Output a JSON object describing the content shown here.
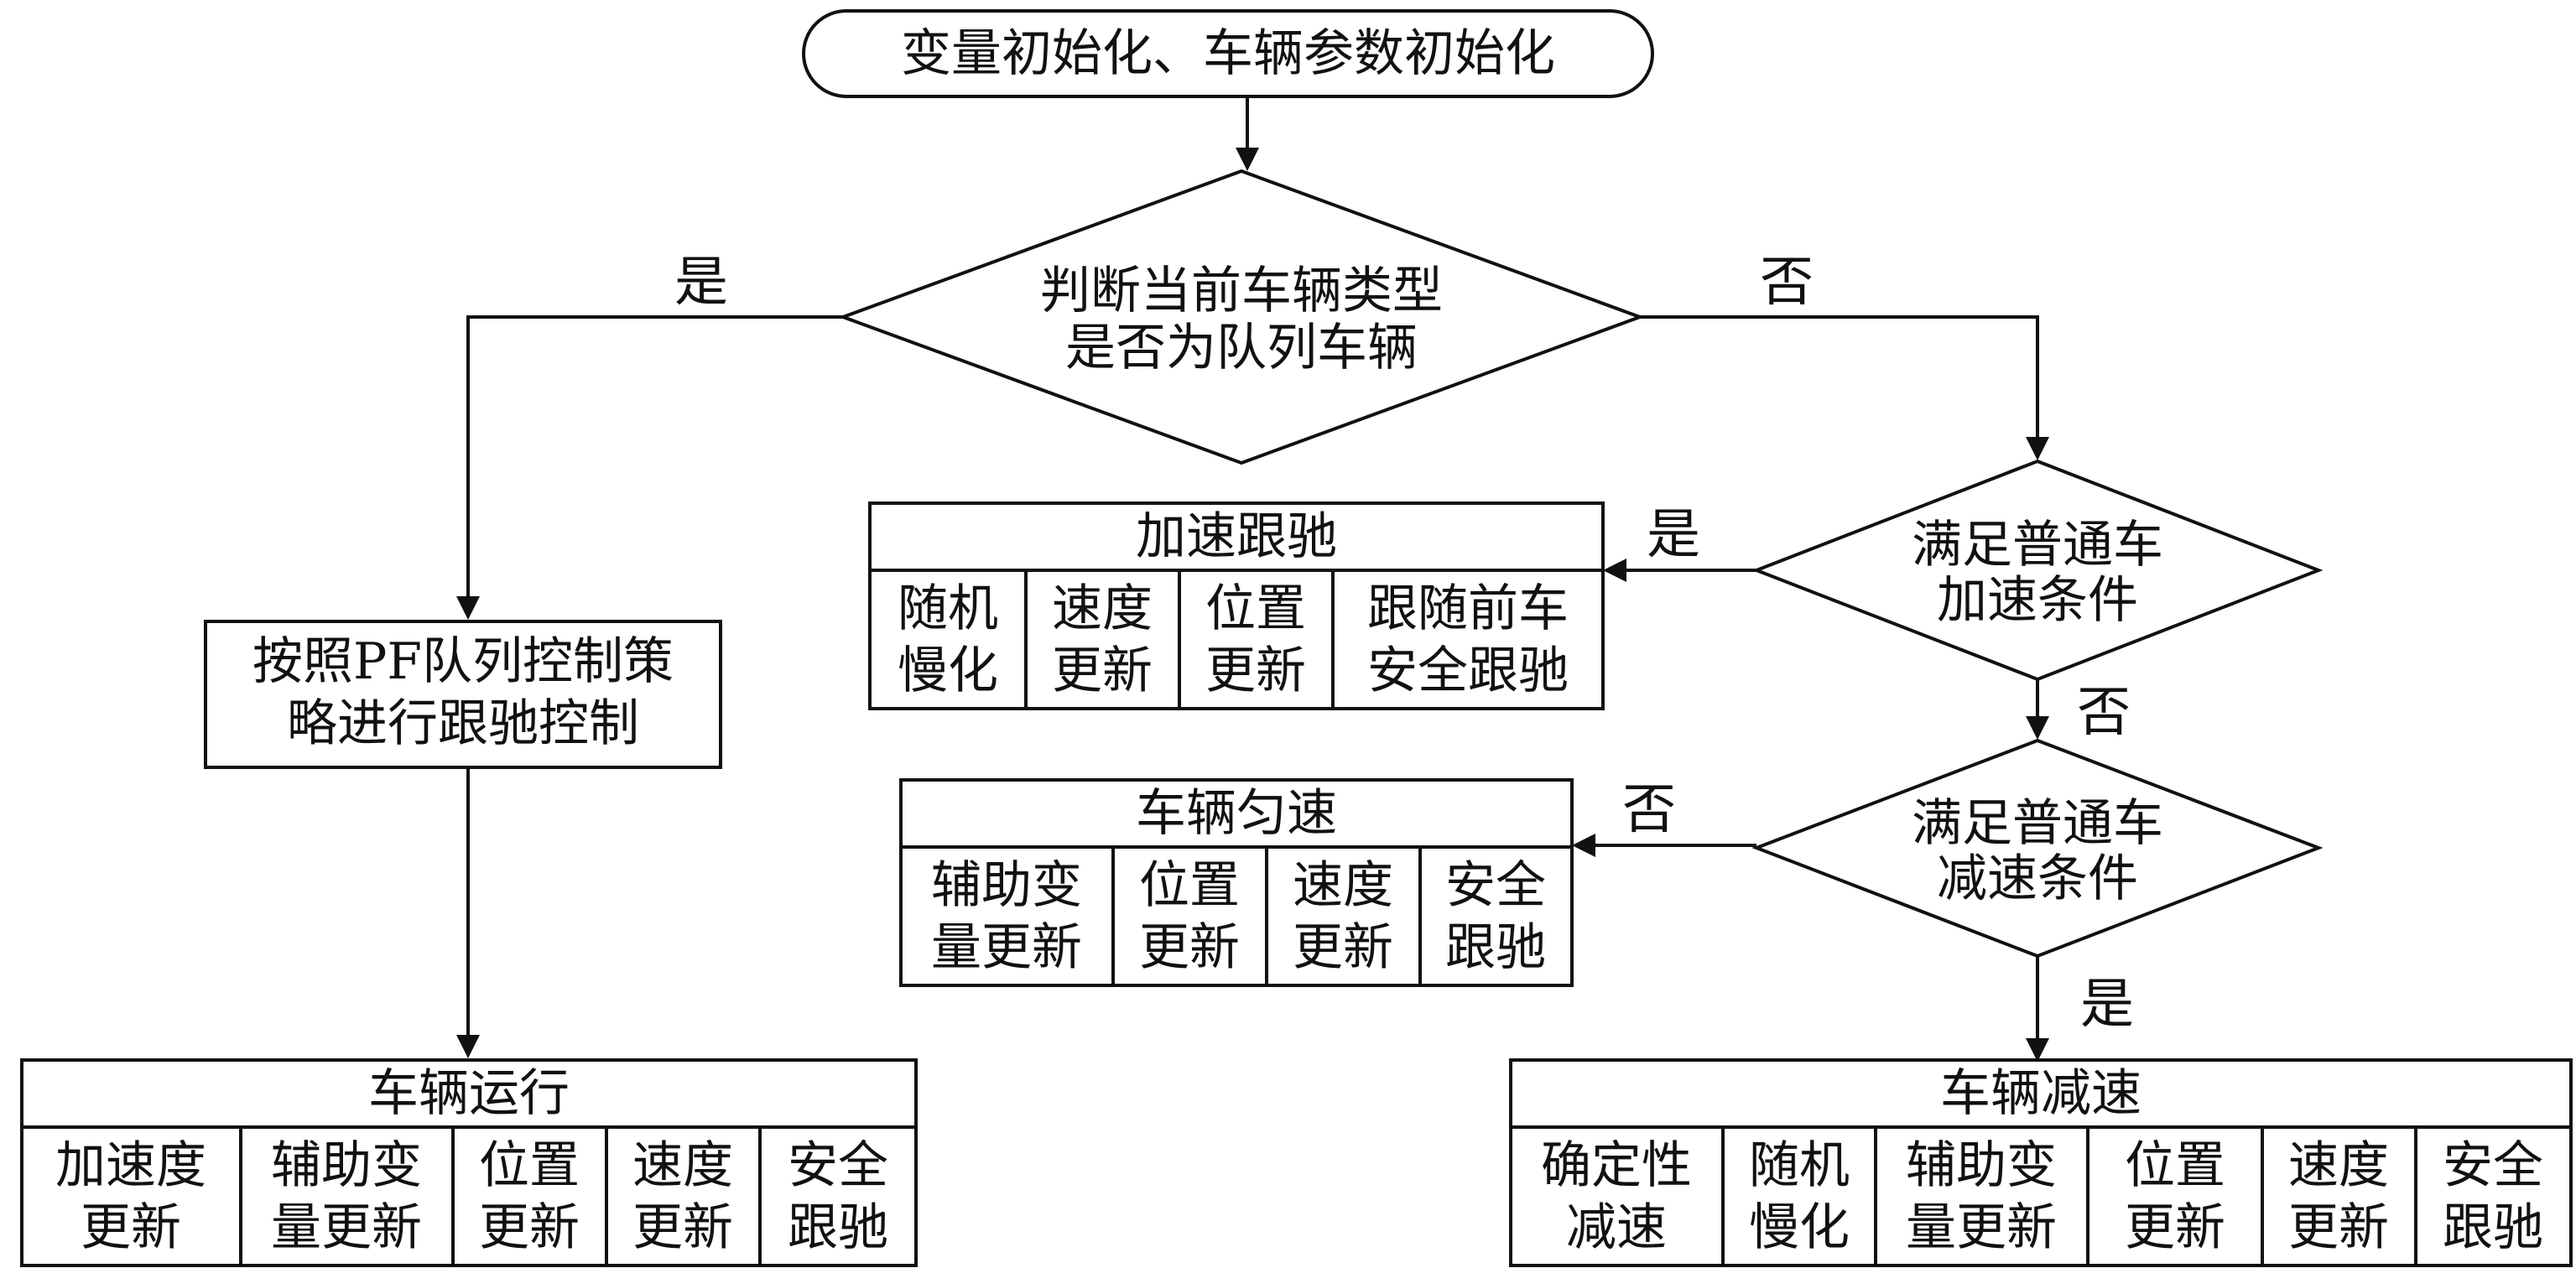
{
  "start": {
    "text": "变量初始化、车辆参数初始化"
  },
  "decision_platoon": {
    "line1": "判断当前车辆类型",
    "line2": "是否为队列车辆",
    "yes": "是",
    "no": "否"
  },
  "platoon_control": {
    "line1": "按照PF队列控制策",
    "line2": "略进行跟驰控制"
  },
  "vehicle_run": {
    "title": "车辆运行",
    "cells": [
      {
        "line1": "加速度",
        "line2": "更新"
      },
      {
        "line1": "辅助变",
        "line2": "量更新"
      },
      {
        "line1": "位置",
        "line2": "更新"
      },
      {
        "line1": "速度",
        "line2": "更新"
      },
      {
        "line1": "安全",
        "line2": "跟驰"
      }
    ]
  },
  "decision_accel": {
    "line1": "满足普通车",
    "line2": "加速条件",
    "yes": "是",
    "no": "否"
  },
  "accel_follow": {
    "title": "加速跟驰",
    "cells": [
      {
        "line1": "随机",
        "line2": "慢化"
      },
      {
        "line1": "速度",
        "line2": "更新"
      },
      {
        "line1": "位置",
        "line2": "更新"
      },
      {
        "line1": "跟随前车",
        "line2": "安全跟驰"
      }
    ]
  },
  "decision_decel": {
    "line1": "满足普通车",
    "line2": "减速条件",
    "yes": "是",
    "no": "否"
  },
  "uniform_speed": {
    "title": "车辆匀速",
    "cells": [
      {
        "line1": "辅助变",
        "line2": "量更新"
      },
      {
        "line1": "位置",
        "line2": "更新"
      },
      {
        "line1": "速度",
        "line2": "更新"
      },
      {
        "line1": "安全",
        "line2": "跟驰"
      }
    ]
  },
  "vehicle_decel": {
    "title": "车辆减速",
    "cells": [
      {
        "line1": "确定性",
        "line2": "减速"
      },
      {
        "line1": "随机",
        "line2": "慢化"
      },
      {
        "line1": "辅助变",
        "line2": "量更新"
      },
      {
        "line1": "位置",
        "line2": "更新"
      },
      {
        "line1": "速度",
        "line2": "更新"
      },
      {
        "line1": "安全",
        "line2": "跟驰"
      }
    ]
  }
}
